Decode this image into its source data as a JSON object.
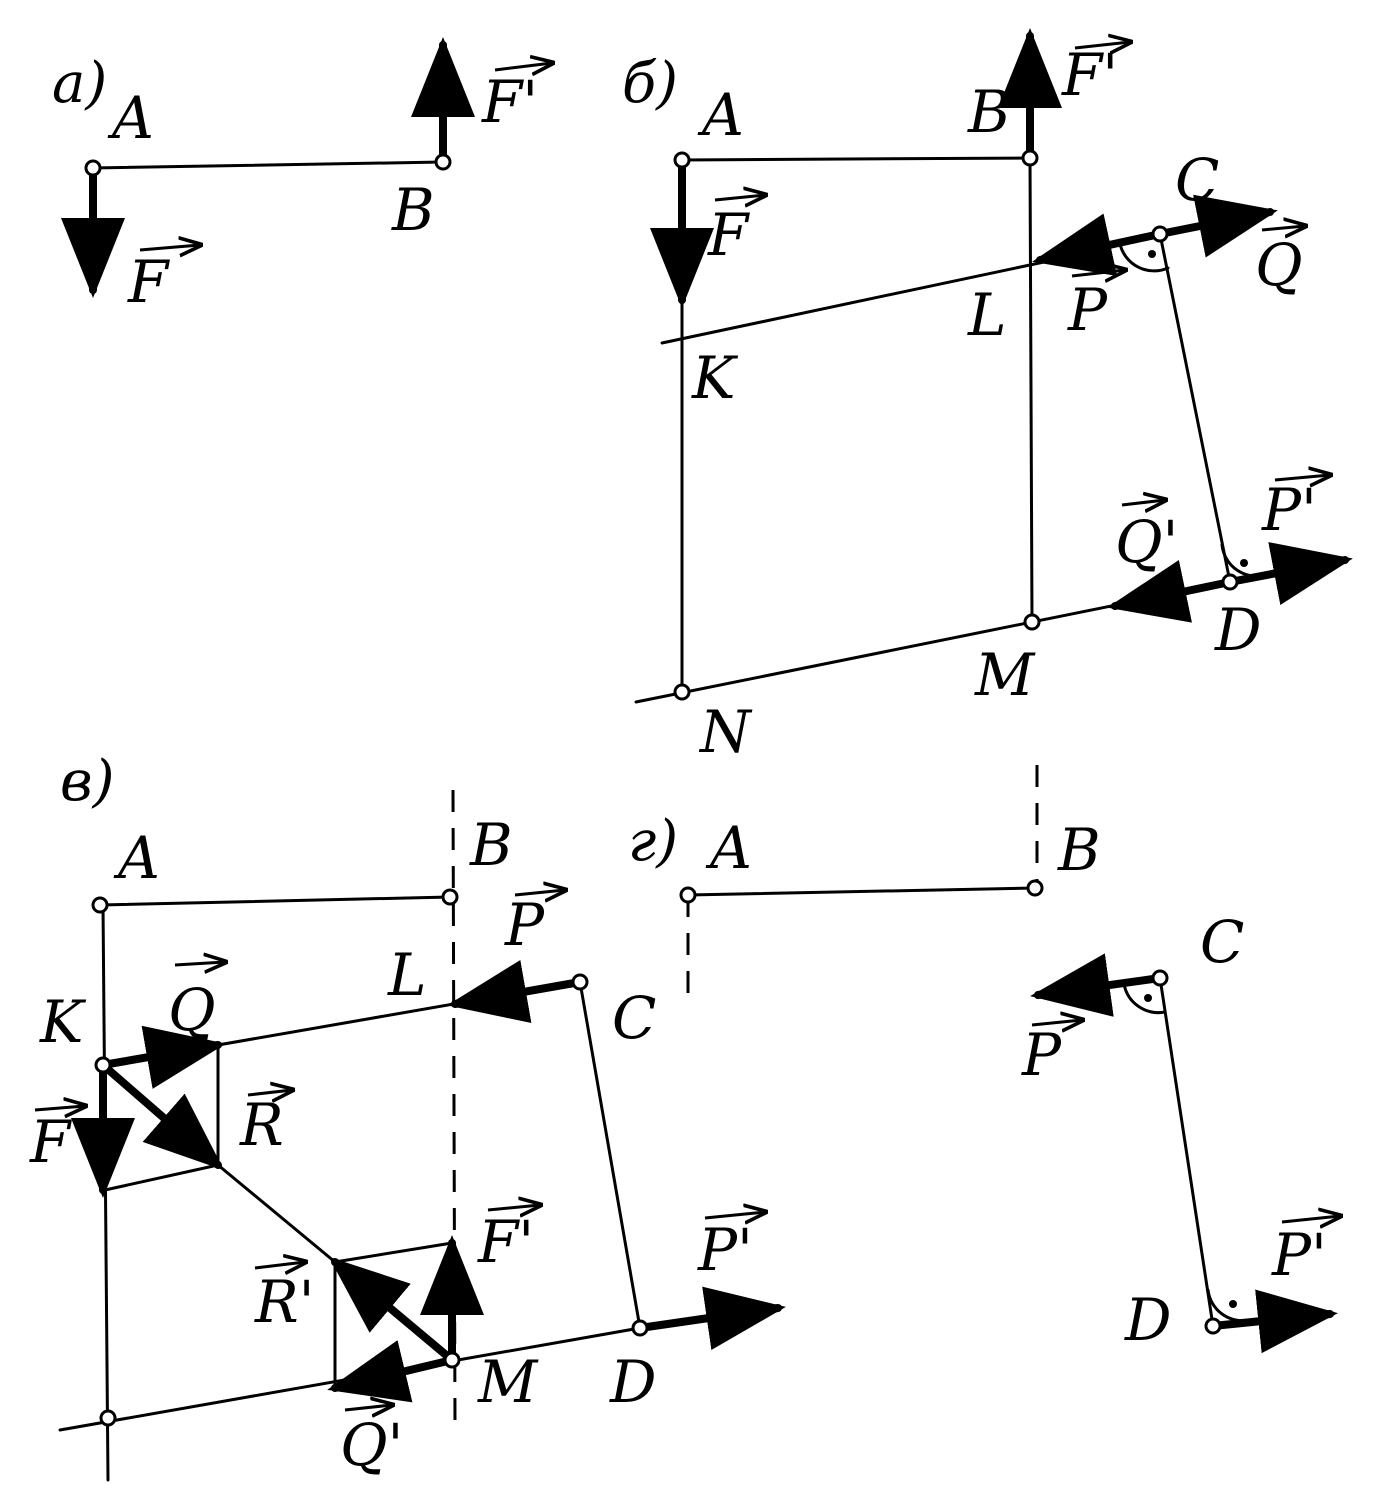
{
  "panels": {
    "a": {
      "tag": "а)",
      "A": "A",
      "B": "B",
      "F": "F",
      "F_prime": "F'"
    },
    "b": {
      "tag": "б)",
      "A": "A",
      "B": "B",
      "C": "C",
      "D": "D",
      "K": "K",
      "L": "L",
      "M": "M",
      "N": "N",
      "F": "F",
      "F_prime": "F'",
      "P": "P",
      "P_prime": "P'",
      "Q": "Q",
      "Q_prime": "Q'"
    },
    "v": {
      "tag": "в)",
      "A": "A",
      "B": "B",
      "C": "C",
      "D": "D",
      "K": "K",
      "L": "L",
      "M": "M",
      "F": "F",
      "F_prime": "F'",
      "P": "P",
      "P_prime": "P'",
      "Q": "Q",
      "Q_prime": "Q'",
      "R": "R",
      "R_prime": "R'"
    },
    "g": {
      "tag": "г)",
      "A": "A",
      "B": "B",
      "C": "C",
      "D": "D",
      "P": "P",
      "P_prime": "P'"
    }
  }
}
